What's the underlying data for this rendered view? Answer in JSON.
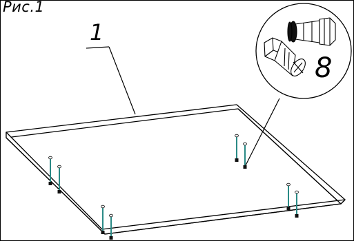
{
  "figure": {
    "label": "Рис.1",
    "callout_part": "1",
    "callout_detail": "8"
  },
  "colors": {
    "line": "#000000",
    "rod": "#2a8a86",
    "foot": "#111111"
  }
}
